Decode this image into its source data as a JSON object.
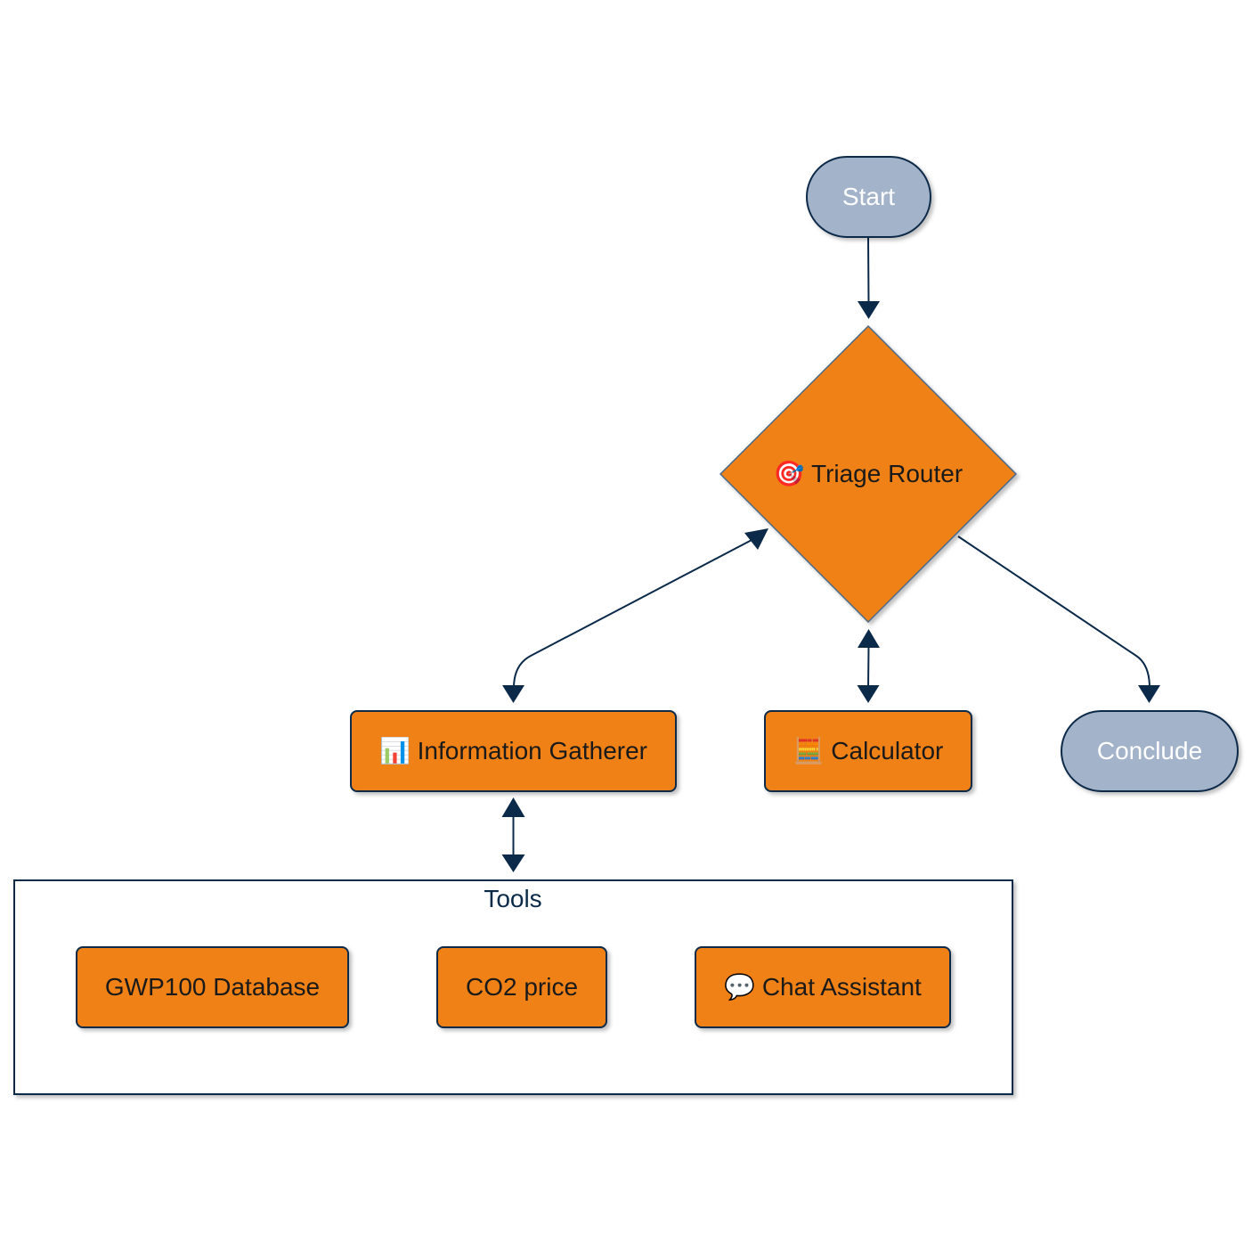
{
  "diagram": {
    "nodes": {
      "start": {
        "label": "Start"
      },
      "triage_router": {
        "icon": "🎯",
        "label": "Triage Router"
      },
      "information_gatherer": {
        "icon": "📊",
        "label": "Information Gatherer"
      },
      "calculator": {
        "icon": "🧮",
        "label": "Calculator"
      },
      "conclude": {
        "label": "Conclude"
      }
    },
    "tools_group": {
      "title": "Tools",
      "items": {
        "gwp100_database": {
          "label": "GWP100 Database"
        },
        "co2_price": {
          "label": "CO2 price"
        },
        "chat_assistant": {
          "icon": "💬",
          "label": "Chat Assistant"
        }
      }
    },
    "edges": [
      {
        "from": "Start",
        "to": "Triage Router",
        "direction": "forward"
      },
      {
        "from": "Triage Router",
        "to": "Information Gatherer",
        "direction": "both"
      },
      {
        "from": "Triage Router",
        "to": "Calculator",
        "direction": "both"
      },
      {
        "from": "Triage Router",
        "to": "Conclude",
        "direction": "forward"
      },
      {
        "from": "Information Gatherer",
        "to": "Tools",
        "direction": "both"
      }
    ],
    "colors": {
      "process_fill": "#ef8119",
      "terminal_fill": "#a3b3c9",
      "stroke": "#0b2a4a",
      "group_fill": "#ffffff"
    }
  }
}
